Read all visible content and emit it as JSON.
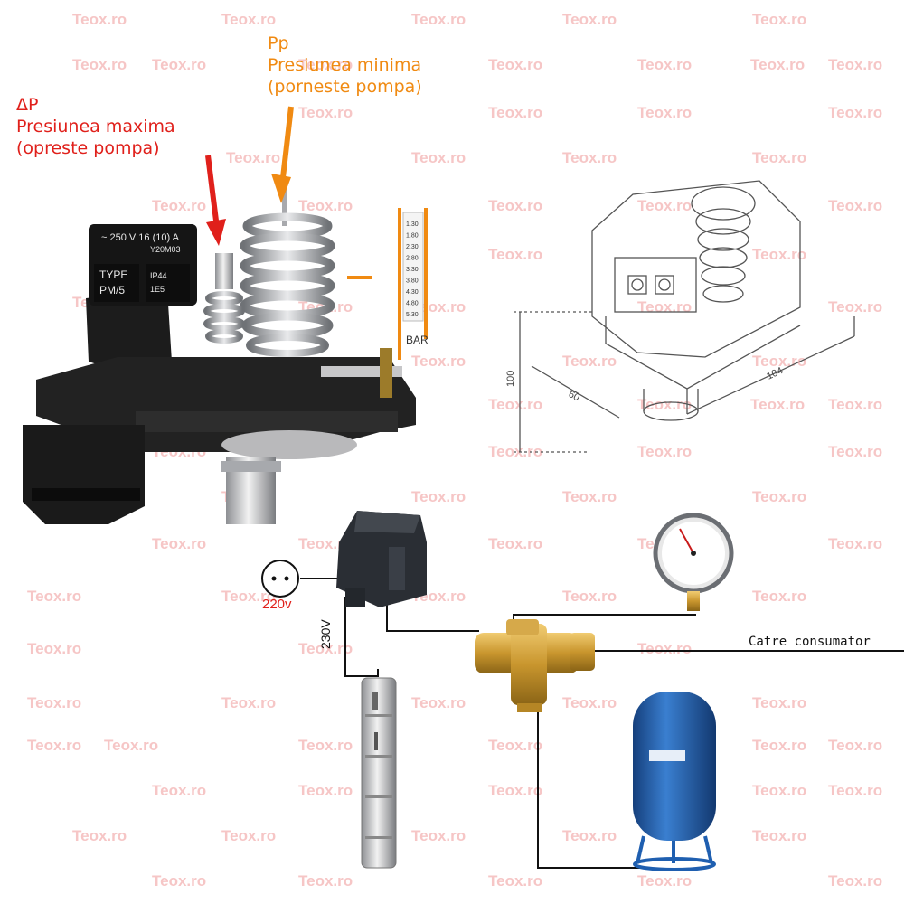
{
  "watermark": "Teox.ro",
  "labels": {
    "delta_p_symbol": "ΔP",
    "delta_p_line1": "Presiunea maxima",
    "delta_p_line2": "(opreste pompa)",
    "pp_symbol": "Pp",
    "pp_line1": "Presiunea minima",
    "pp_line2": "(porneste pompa)"
  },
  "switch_marking": {
    "rating": "~ 250 V 16 (10) A",
    "code": "Y20M03",
    "type": "TYPE",
    "model": "PM/5",
    "ip": "IP44",
    "ie": "1E5"
  },
  "scale": {
    "ticks": [
      "1.30",
      "1.80",
      "2.30",
      "2.80",
      "3.30",
      "3.80",
      "4.30",
      "4.80",
      "5.30"
    ],
    "unit": "BAR"
  },
  "dimensions": {
    "height": "100",
    "width": "60",
    "length": "104"
  },
  "wiring": {
    "socket_voltage": "220v",
    "pump_voltage": "230V",
    "consumer_label": "Catre consumator"
  },
  "colors": {
    "red": "#e0201b",
    "orange": "#f08a12",
    "watermark": "#f6c6c6",
    "tank_blue": "#1f5fb0",
    "brass": "#c9962e"
  }
}
